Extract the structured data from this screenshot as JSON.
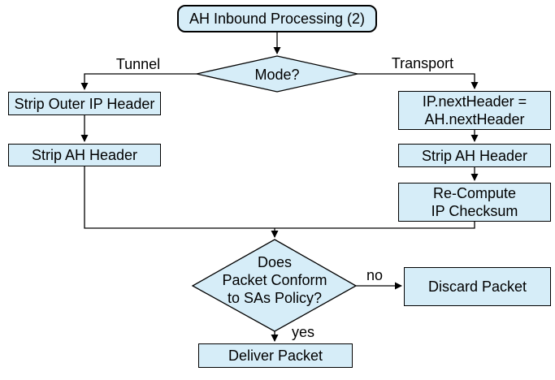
{
  "diagram": {
    "title": "AH Inbound Processing (2)",
    "nodes": {
      "start": {
        "label": "AH Inbound Processing (2)",
        "shape": "rounded-rectangle"
      },
      "mode_decision": {
        "label": "Mode?",
        "shape": "diamond"
      },
      "strip_outer_ip": {
        "label": "Strip Outer IP Header",
        "shape": "rectangle"
      },
      "strip_ah_tunnel": {
        "label": "Strip AH Header",
        "shape": "rectangle"
      },
      "set_next_header": {
        "lines": [
          "IP.nextHeader =",
          "AH.nextHeader"
        ],
        "shape": "rectangle"
      },
      "strip_ah_transport": {
        "label": "Strip AH Header",
        "shape": "rectangle"
      },
      "recompute_checksum": {
        "lines": [
          "Re-Compute",
          "IP Checksum"
        ],
        "shape": "rectangle"
      },
      "policy_decision": {
        "lines": [
          "Does",
          "Packet Conform",
          "to SAs Policy?"
        ],
        "shape": "diamond"
      },
      "discard_packet": {
        "label": "Discard Packet",
        "shape": "rectangle"
      },
      "deliver_packet": {
        "label": "Deliver Packet",
        "shape": "rectangle"
      }
    },
    "edge_labels": {
      "tunnel": "Tunnel",
      "transport": "Transport",
      "no": "no",
      "yes": "yes"
    },
    "colors": {
      "node_fill": "#d6edf8",
      "node_border": "#000000",
      "connector": "#000000",
      "text": "#000000",
      "background": "#ffffff"
    }
  }
}
